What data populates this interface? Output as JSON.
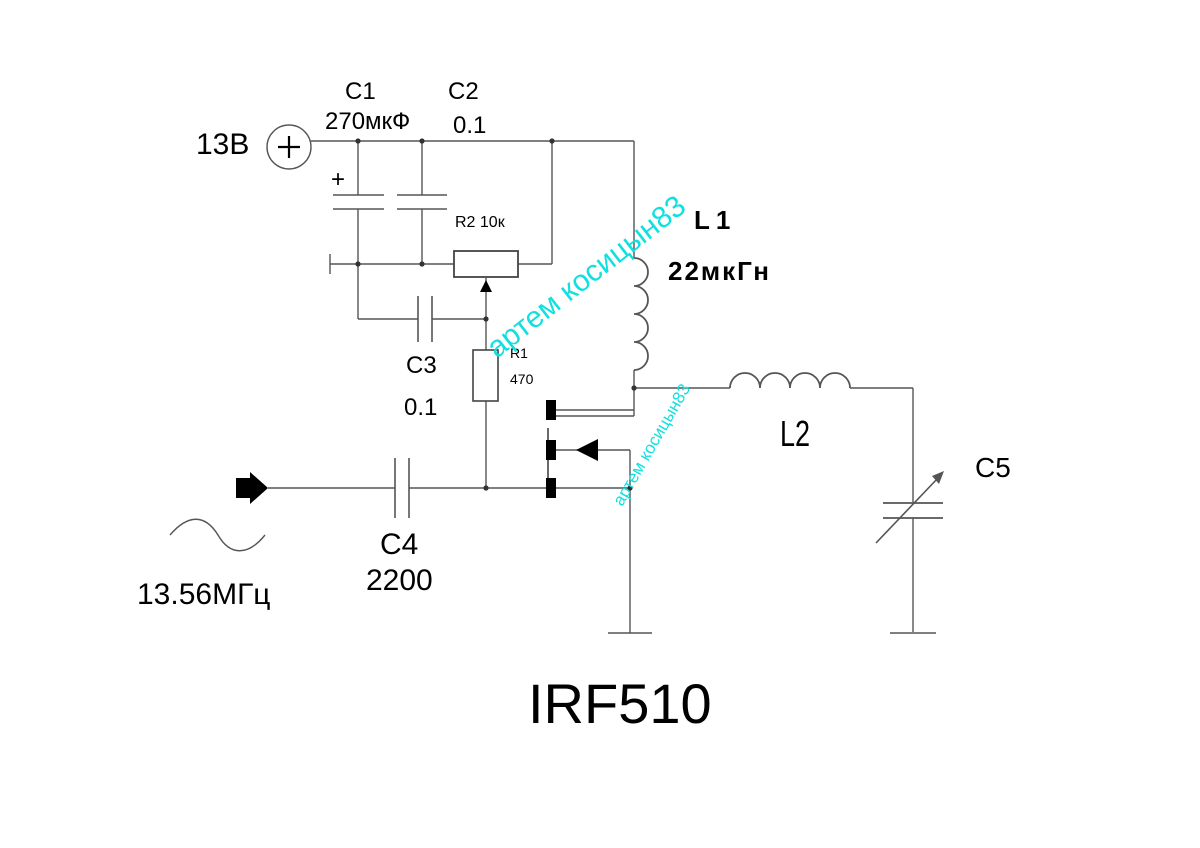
{
  "power": {
    "supply_label": "13В",
    "plus_symbol": "+"
  },
  "components": {
    "c1": {
      "ref": "С1",
      "value": "270мкФ",
      "polarity": "+"
    },
    "c2": {
      "ref": "С2",
      "value": "0.1"
    },
    "r2": {
      "ref_value": "R2  10к"
    },
    "c3": {
      "ref": "С3",
      "value": "0.1"
    },
    "r1": {
      "ref": "R1",
      "value": "470"
    },
    "l1": {
      "ref": "L1",
      "value": "22мкГн"
    },
    "l2": {
      "ref": "L2"
    },
    "c4": {
      "ref": "С4",
      "value": "2200"
    },
    "c5": {
      "ref": "С5"
    }
  },
  "input": {
    "frequency": "13.56МГц"
  },
  "transistor": {
    "part": "IRF510"
  },
  "watermark": {
    "large": "артем косицын83",
    "small": "артем косицын83",
    "color": "#12e0e0"
  },
  "colors": {
    "ink": "#000000",
    "wire": "#555555"
  }
}
